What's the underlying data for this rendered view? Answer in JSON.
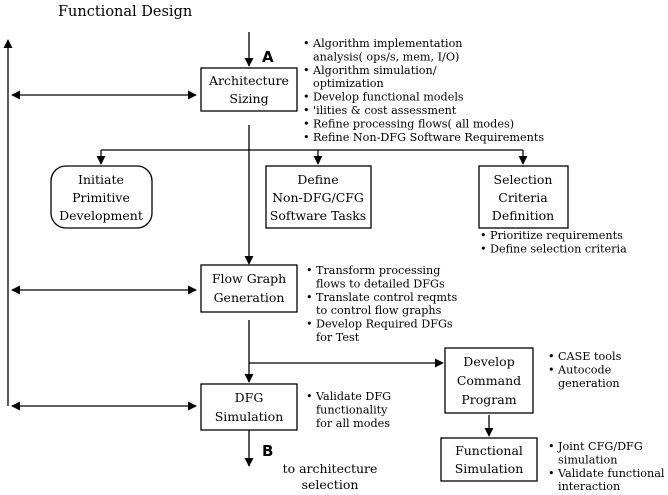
{
  "diagram": {
    "title": "Functional Design",
    "type": "flowchart",
    "connector_labels": {
      "top": "A",
      "bottom": "B"
    },
    "exit_note_line1": "to architecture",
    "exit_note_line2": "selection"
  },
  "nodes": [
    {
      "id": "architecture-sizing",
      "shape": "rect",
      "lines": [
        "Architecture",
        "Sizing"
      ]
    },
    {
      "id": "initiate-primitive-development",
      "shape": "rounded-rect",
      "lines": [
        "Initiate",
        "Primitive",
        "Development"
      ]
    },
    {
      "id": "define-non-dfg-cfg-software-tasks",
      "shape": "rect",
      "lines": [
        "Define",
        "Non-DFG/CFG",
        "Software Tasks"
      ]
    },
    {
      "id": "selection-criteria-definition",
      "shape": "rect",
      "lines": [
        "Selection",
        "Criteria",
        "Definition"
      ]
    },
    {
      "id": "flow-graph-generation",
      "shape": "rect",
      "lines": [
        "Flow Graph",
        "Generation"
      ]
    },
    {
      "id": "dfg-simulation",
      "shape": "rect",
      "lines": [
        "DFG",
        "Simulation"
      ]
    },
    {
      "id": "develop-command-program",
      "shape": "rect",
      "lines": [
        "Develop",
        "Command",
        "Program"
      ]
    },
    {
      "id": "functional-simulation",
      "shape": "rect",
      "lines": [
        "Functional",
        "Simulation"
      ]
    }
  ],
  "annotations": {
    "architecture_sizing_bullets": [
      [
        "Algorithm implementation",
        "analysis( ops/s, mem, I/O)"
      ],
      [
        "Algorithm simulation/",
        "optimization"
      ],
      [
        "Develop functional models"
      ],
      [
        "'ilities & cost assessment"
      ],
      [
        "Refine processing flows( all modes)"
      ],
      [
        "Refine Non-DFG Software Requirements"
      ]
    ],
    "selection_criteria_bullets": [
      [
        "Prioritize requirements"
      ],
      [
        "Define selection criteria"
      ]
    ],
    "flow_graph_bullets": [
      [
        "Transform processing",
        "flows to detailed DFGs"
      ],
      [
        "Translate control reqmts",
        "to control flow graphs"
      ],
      [
        "Develop Required DFGs",
        "for Test"
      ]
    ],
    "dfg_simulation_bullets": [
      [
        "Validate DFG",
        "functionality",
        "for all modes"
      ]
    ],
    "develop_command_bullets": [
      [
        "CASE tools"
      ],
      [
        "Autocode",
        "generation"
      ]
    ],
    "functional_simulation_bullets": [
      [
        "Joint CFG/DFG",
        "simulation"
      ],
      [
        "Validate functional",
        "interaction"
      ]
    ]
  },
  "colors": {
    "stroke": "#000000",
    "fill": "#ffffff",
    "text": "#000000"
  }
}
